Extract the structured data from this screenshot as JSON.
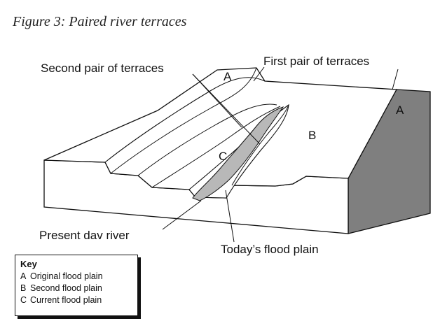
{
  "figure": {
    "title": "Figure 3: Paired river terraces"
  },
  "labels": {
    "second_pair": "Second pair of terraces",
    "first_pair": "First pair of terraces",
    "present_river": "Present dav river",
    "flood_plain": "Today’s flood plain",
    "letter_a_left": "A",
    "letter_a_right": "A",
    "letter_b": "B",
    "letter_c": "C"
  },
  "key": {
    "title": "Key",
    "items": [
      {
        "letter": "A",
        "text": "Original flood plain"
      },
      {
        "letter": "B",
        "text": "Second flood plain"
      },
      {
        "letter": "C",
        "text": "Current flood plain"
      }
    ]
  }
}
